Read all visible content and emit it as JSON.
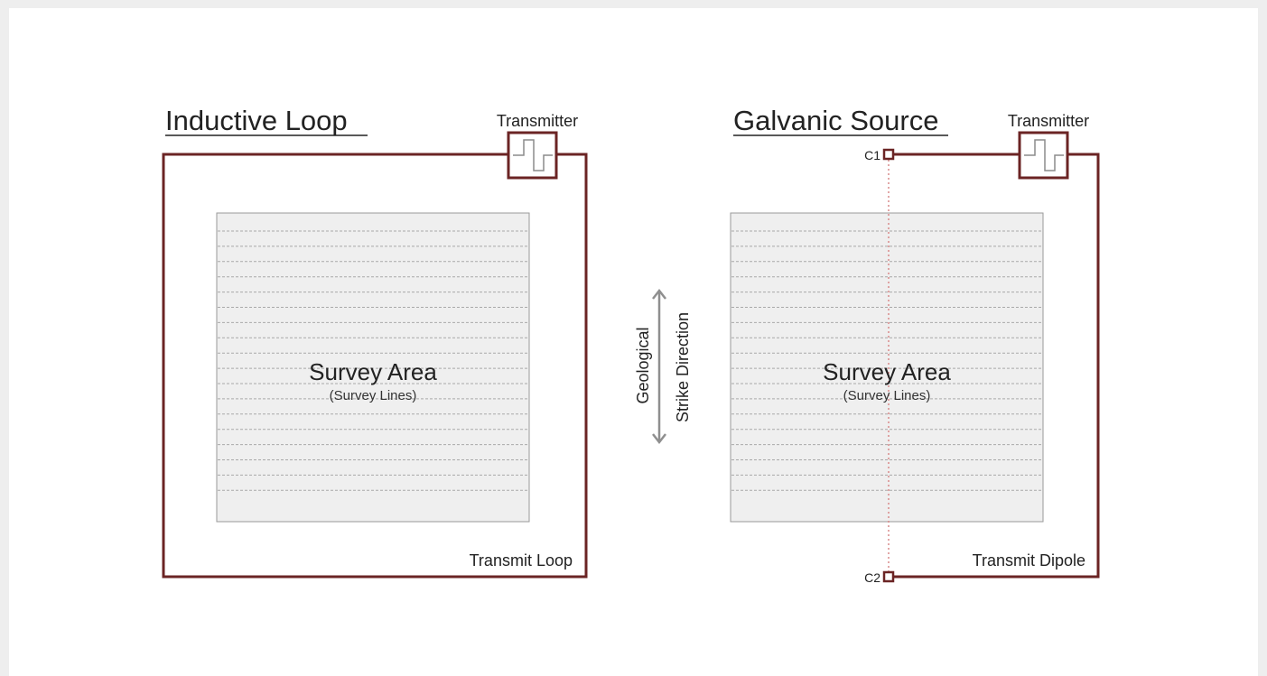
{
  "left_panel": {
    "title": "Inductive Loop",
    "transmitter_label": "Transmitter",
    "loop_label": "Transmit Loop",
    "survey_title": "Survey Area",
    "survey_subtitle": "(Survey Lines)"
  },
  "right_panel": {
    "title": "Galvanic Source",
    "transmitter_label": "Transmitter",
    "dipole_label": "Transmit Dipole",
    "electrode_1": "C1",
    "electrode_2": "C2",
    "survey_title": "Survey Area",
    "survey_subtitle": "(Survey Lines)"
  },
  "strike": {
    "line1": "Geological",
    "line2": "Strike Direction"
  },
  "colors": {
    "loop": "#6b2424",
    "survey_fill": "#efefef",
    "survey_lines": "#a9a9a9",
    "arrow": "#8f8f8f",
    "dipole_axis": "#d98a8a"
  }
}
